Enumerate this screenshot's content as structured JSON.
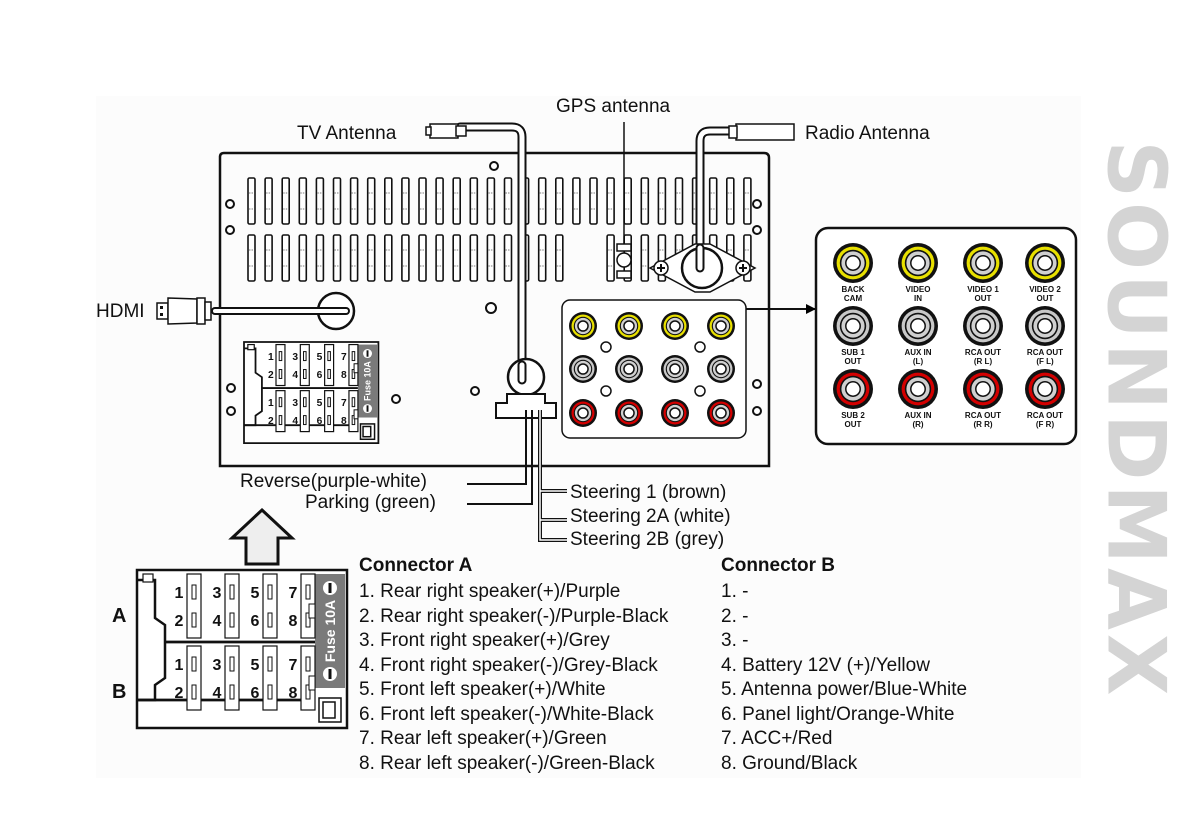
{
  "brand": {
    "name": "SOUNDMAX",
    "color": "#d4d4d4"
  },
  "antennas": {
    "gps": "GPS antenna",
    "tv": "TV Antenna",
    "radio": "Radio Antenna"
  },
  "ports": {
    "hdmi": "HDMI"
  },
  "wires": {
    "reverse": "Reverse(purple-white)",
    "parking": "Parking (green)",
    "steering_1": "Steering 1 (brown)",
    "steering_2a": "Steering 2A (white)",
    "steering_2b": "Steering 2B (grey)"
  },
  "iso_connector": {
    "fuse_label": "Fuse 10A",
    "row_a_label": "A",
    "row_b_label": "B",
    "pins": [
      "1",
      "2",
      "3",
      "4",
      "5",
      "6",
      "7",
      "8"
    ]
  },
  "rca_panel": {
    "rows": [
      {
        "color_name": "yellow",
        "ring_color": "#e8e000",
        "jacks": [
          {
            "line1": "BACK",
            "line2": "CAM"
          },
          {
            "line1": "VIDEO",
            "line2": "IN"
          },
          {
            "line1": "VIDEO 1",
            "line2": "OUT"
          },
          {
            "line1": "VIDEO 2",
            "line2": "OUT"
          }
        ]
      },
      {
        "color_name": "grey",
        "ring_color": "#c8c8c8",
        "jacks": [
          {
            "line1": "SUB 1",
            "line2": "OUT"
          },
          {
            "line1": "AUX IN",
            "line2": "(L)"
          },
          {
            "line1": "RCA OUT",
            "line2": "(R L)"
          },
          {
            "line1": "RCA OUT",
            "line2": "(F L)"
          }
        ]
      },
      {
        "color_name": "red",
        "ring_color": "#d40000",
        "jacks": [
          {
            "line1": "SUB 2",
            "line2": "OUT"
          },
          {
            "line1": "AUX IN",
            "line2": "(R)"
          },
          {
            "line1": "RCA OUT",
            "line2": "(R R)"
          },
          {
            "line1": "RCA OUT",
            "line2": "(F R)"
          }
        ]
      }
    ]
  },
  "connector_a": {
    "title": "Connector A",
    "items": [
      "1. Rear right speaker(+)/Purple",
      "2. Rear right speaker(-)/Purple-Black",
      "3. Front right speaker(+)/Grey",
      "4. Front right speaker(-)/Grey-Black",
      "5. Front left speaker(+)/White",
      "6. Front left speaker(-)/White-Black",
      "7. Rear left speaker(+)/Green",
      "8. Rear left speaker(-)/Green-Black"
    ]
  },
  "connector_b": {
    "title": "Connector B",
    "items": [
      "1. -",
      "2. -",
      "3. -",
      "4. Battery 12V (+)/Yellow",
      "5. Antenna power/Blue-White",
      "6. Panel light/Orange-White",
      "7. ACC+/Red",
      "8. Ground/Black"
    ]
  }
}
